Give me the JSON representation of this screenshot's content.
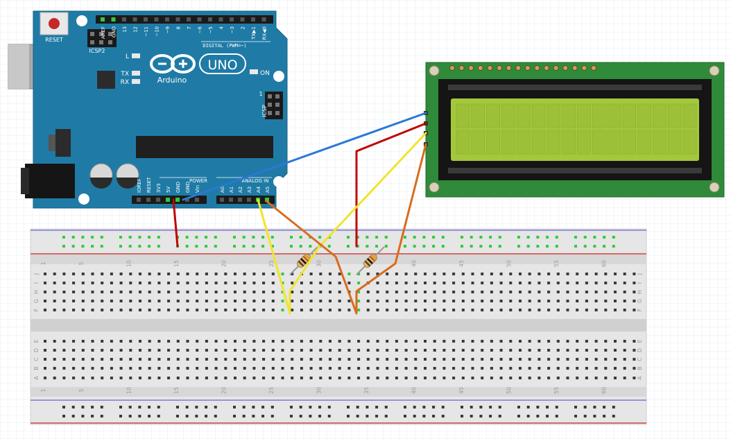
{
  "arduino": {
    "reset_label": "RESET",
    "icsp2_label": "ICSP2",
    "led_l": "L",
    "led_tx": "TX",
    "led_rx": "RX",
    "brand": "Arduino",
    "model": "UNO",
    "on_label": "ON",
    "icsp_label": "ICSP",
    "icsp_one": "1",
    "digital_label": "DIGITAL (PWM=~)",
    "digital_pins": [
      "AREF",
      "GND",
      "13",
      "12",
      "~11",
      "~10",
      "~9",
      "8",
      "7",
      "~6",
      "~5",
      "4",
      "~3",
      "2",
      "TX▶1",
      "RX◀0"
    ],
    "power_label": "POWER",
    "power_pins": [
      "IOREF",
      "RESET",
      "3V3",
      "5V",
      "GND",
      "GND",
      "Vin"
    ],
    "analog_label": "ANALOG IN",
    "analog_pins": [
      "A0",
      "A1",
      "A2",
      "A3",
      "A4",
      "A5"
    ]
  },
  "breadboard": {
    "columns_top": [
      "1",
      "5",
      "10",
      "15",
      "20",
      "25",
      "30",
      "35",
      "40",
      "45",
      "50",
      "55",
      "60"
    ],
    "columns_bottom": [
      "1",
      "5",
      "10",
      "15",
      "20",
      "25",
      "30",
      "35",
      "40",
      "45",
      "50",
      "55",
      "60"
    ],
    "rows_upper": [
      "J",
      "I",
      "H",
      "G",
      "F"
    ],
    "rows_lower": [
      "E",
      "D",
      "C",
      "B",
      "A"
    ]
  },
  "colors": {
    "board": "#1f7ba6",
    "wire_red": "#c00000",
    "wire_blue": "#2a78d4",
    "wire_yellow": "#f0e52a",
    "wire_orange": "#d96b1c",
    "lcd_pcb": "#2f8a3a",
    "lcd_screen": "#a3c83c"
  }
}
